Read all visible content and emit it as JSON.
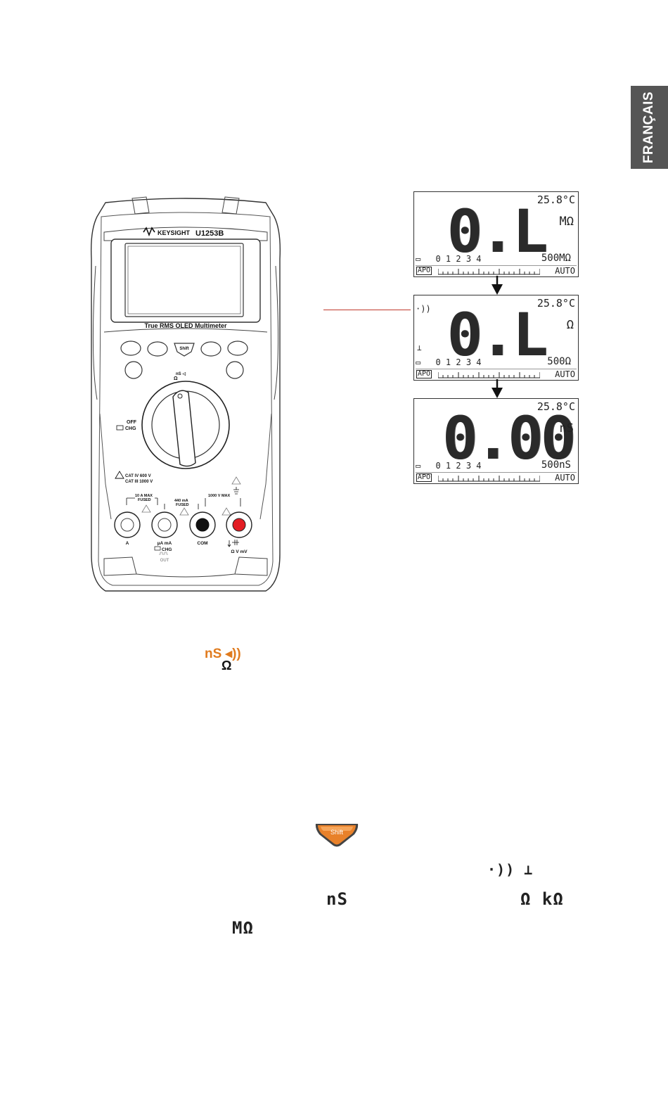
{
  "side_tab": {
    "label": "FRANÇAIS"
  },
  "meter": {
    "brand": "KEYSIGHT",
    "model": "U1253B",
    "caption": "True RMS OLED Multimeter",
    "shift_label": "Shift",
    "dial_top_label": "nS ◁",
    "dial_top_label2": "Ω",
    "off_label": "OFF",
    "chg_label": "CHG",
    "cat_line1": "CAT IV 600 V",
    "cat_line2": "CAT III 1000 V",
    "fuse_10a_1": "10 A MAX",
    "fuse_10a_2": "FUSED",
    "fuse_440_1": "440 mA",
    "fuse_440_2": "FUSED",
    "max_1000v": "1000 V MAX",
    "jack_a": "A",
    "jack_ua": "µA mA",
    "jack_chg": "CHG",
    "jack_out": "OUT",
    "jack_com": "COM",
    "jack_v": "Ω V mV"
  },
  "displays": [
    {
      "temp": "25.8°C",
      "reading": "0.L",
      "unit": "MΩ",
      "scale": "0    1    2    3    4",
      "range": "500MΩ",
      "apo": "APO",
      "auto": "AUTO",
      "left_icon": "",
      "left_icon2": ""
    },
    {
      "temp": "25.8°C",
      "reading": "0.L",
      "unit": "Ω",
      "scale": "0    1    2    3    4",
      "range": "500Ω",
      "apo": "APO",
      "auto": "AUTO",
      "left_icon": "·))",
      "left_icon2": "⊥"
    },
    {
      "temp": "25.8°C",
      "reading": "0.00",
      "unit": "nS",
      "scale": "0    1    2    3    4",
      "range": "500nS",
      "apo": "APO",
      "auto": "AUTO",
      "left_icon": "",
      "left_icon2": ""
    }
  ],
  "rotary_label": {
    "top": "nS ◂))",
    "bottom": "Ω"
  },
  "shift_key": {
    "label": "Shift"
  },
  "seg_symbols": {
    "continuity": "·)) ⊥",
    "ns": "nS",
    "ohm_kohm": "Ω  kΩ",
    "mohm": "MΩ"
  },
  "colors": {
    "accent_orange": "#e07b1e",
    "leader_red": "#c0392b",
    "tab_gray": "#555555"
  }
}
